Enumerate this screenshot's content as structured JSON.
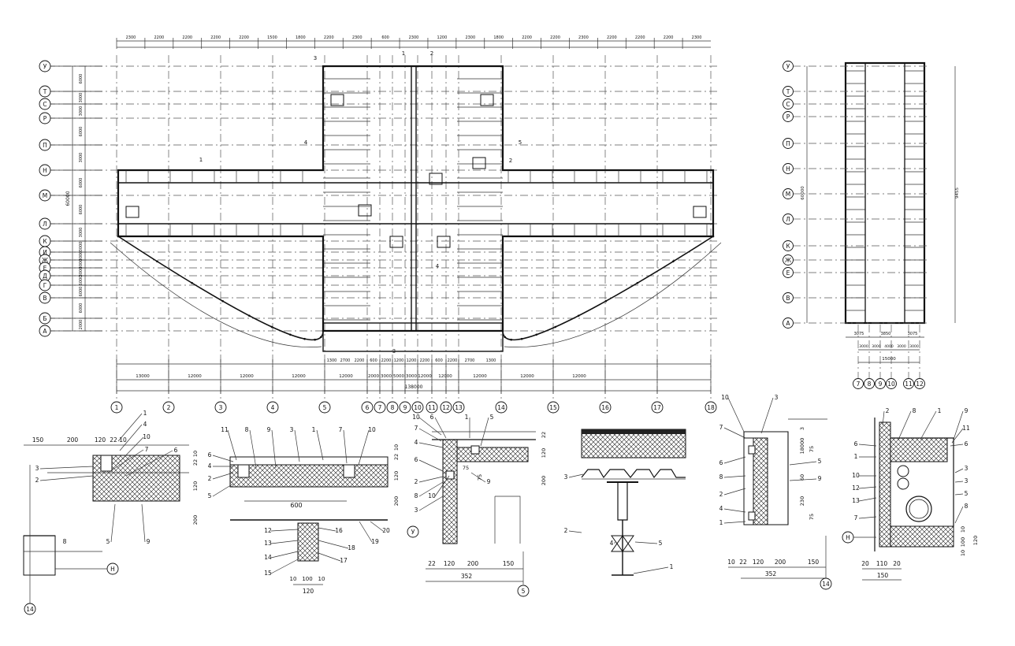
{
  "plan": {
    "row_axes": [
      "У",
      "Т",
      "С",
      "Р",
      "П",
      "Н",
      "М",
      "Л",
      "К",
      "И",
      "Ж",
      "Е",
      "Д",
      "Г",
      "В",
      "Б",
      "А"
    ],
    "col_axes": [
      "1",
      "2",
      "3",
      "4",
      "5",
      "6",
      "7",
      "8",
      "9",
      "10",
      "11",
      "12",
      "13",
      "14",
      "15",
      "16",
      "17",
      "18"
    ],
    "top_dims_row1": [
      "2300",
      "2200",
      "2200",
      "2200",
      "2200",
      "1500",
      "1800",
      "2200",
      "2300",
      "600",
      "2300",
      "1200",
      "2300",
      "1800",
      "2200",
      "2200",
      "2300",
      "2200",
      "2200",
      "2200",
      "2300"
    ],
    "bottom_dims_row1": [
      "1300",
      "2700",
      "2200",
      "600",
      "2200",
      "1200",
      "1200",
      "2200",
      "600",
      "2200",
      "2700",
      "1300"
    ],
    "bottom_dims_row2": [
      "13000",
      "12000",
      "12000",
      "12000",
      "12000",
      "2000",
      "3000",
      "5000",
      "3000",
      "12000",
      "12000",
      "12000",
      "12000",
      "12000"
    ],
    "overall_width": "138000",
    "left_dims": [
      "6000",
      "3000",
      "3000",
      "6000",
      "3000",
      "6000",
      "6000",
      "3000",
      "3000",
      "3000",
      "3000",
      "3000",
      "6000",
      "6000",
      "6000",
      "2000"
    ],
    "left_total": "60000",
    "section_marks": [
      "1",
      "2",
      "3",
      "4",
      "5"
    ]
  },
  "side_plan": {
    "row_axes": [
      "У",
      "Т",
      "С",
      "Р",
      "П",
      "Н",
      "М",
      "Л",
      "К",
      "Ж",
      "Е",
      "В",
      "А"
    ],
    "col_axes": [
      "7",
      "8",
      "9",
      "10",
      "11",
      "12"
    ],
    "bottom_dims_row1": [
      "3075",
      "3850",
      "3075"
    ],
    "bottom_dims_row2": [
      "3000",
      "3000",
      "4000",
      "3000",
      "3000"
    ],
    "bottom_total": "15000",
    "left_total": "60000",
    "right_total": "9455"
  },
  "details": {
    "d1": {
      "dims_top": [
        "150",
        "200",
        "120",
        "22",
        "10"
      ],
      "dims_right": [
        "22",
        "10",
        "120",
        "200"
      ],
      "callouts": [
        "1",
        "4",
        "10",
        "7",
        "6",
        "3",
        "2",
        "5",
        "9",
        "8"
      ],
      "axes": [
        "Н",
        "14"
      ]
    },
    "d2": {
      "callouts_top": [
        "11",
        "8",
        "9",
        "3",
        "1",
        "7",
        "10"
      ],
      "callouts_left": [
        "6",
        "4",
        "2",
        "5"
      ],
      "callouts_bottom": [
        "12",
        "13",
        "14",
        "15",
        "16",
        "18",
        "17",
        "19",
        "20"
      ],
      "span": "600",
      "dims_right": [
        "22",
        "10",
        "120",
        "200"
      ],
      "dims_bottom": [
        "10",
        "100",
        "10"
      ],
      "width": "120",
      "axis": "У"
    },
    "d3": {
      "callouts": [
        "10",
        "6",
        "1",
        "5",
        "7",
        "4",
        "6",
        "2",
        "8",
        "10",
        "9",
        "3"
      ],
      "small_dims": [
        "75",
        "75"
      ],
      "dims_right": [
        "22",
        "120",
        "200"
      ],
      "dims_bottom": [
        "22",
        "120",
        "200",
        "150"
      ],
      "total": "352",
      "axis": "5"
    },
    "d4": {
      "callouts": [
        "3",
        "2",
        "4",
        "5",
        "1"
      ]
    },
    "d5": {
      "callouts_top": [
        "10",
        "3",
        "7",
        "6",
        "8",
        "2",
        "4",
        "1"
      ],
      "callouts_right": [
        "5",
        "9"
      ],
      "dims_right": [
        "3",
        "18000",
        "75",
        "60",
        "230",
        "75"
      ],
      "dims_bottom": [
        "10",
        "22",
        "120",
        "200",
        "150"
      ],
      "total": "352",
      "axis": "14"
    },
    "d6": {
      "callouts_left": [
        "6",
        "1",
        "10",
        "12",
        "13",
        "7"
      ],
      "callouts_top": [
        "2",
        "8",
        "1",
        "9",
        "11",
        "6"
      ],
      "callouts_right": [
        "3",
        "3",
        "5",
        "8"
      ],
      "dims_bottom": [
        "20",
        "110",
        "20"
      ],
      "total": "150",
      "dims_right": [
        "10",
        "100",
        "10",
        "120"
      ],
      "axis": "Н"
    }
  }
}
